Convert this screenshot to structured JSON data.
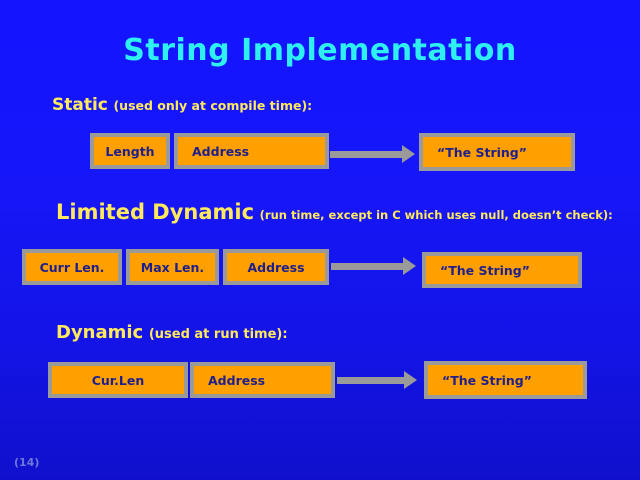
{
  "slide": {
    "title": "String Implementation",
    "page_number": "(14)",
    "colors": {
      "background_blue": "#1414ff",
      "title_cyan": "#2ff0f0",
      "heading_yellow": "#ffe95c",
      "box_orange": "#ffa000",
      "box_border_gray": "#9a9a9a",
      "box_text_navy": "#1f1f8c",
      "page_number_gray": "#6d78d8"
    }
  },
  "sections": [
    {
      "heading_main": "Static",
      "heading_note": "(used only at compile time):",
      "fields": [
        "Length",
        "Address"
      ],
      "target": "“The String”"
    },
    {
      "heading_main": "Limited Dynamic",
      "heading_note": "(run time, except in C which uses null, doesn’t check):",
      "fields": [
        "Curr Len.",
        "Max Len.",
        "Address"
      ],
      "target": "“The String”"
    },
    {
      "heading_main": "Dynamic",
      "heading_note": "(used at run time):",
      "fields": [
        "Cur.Len",
        "Address"
      ],
      "target": "“The String”"
    }
  ]
}
